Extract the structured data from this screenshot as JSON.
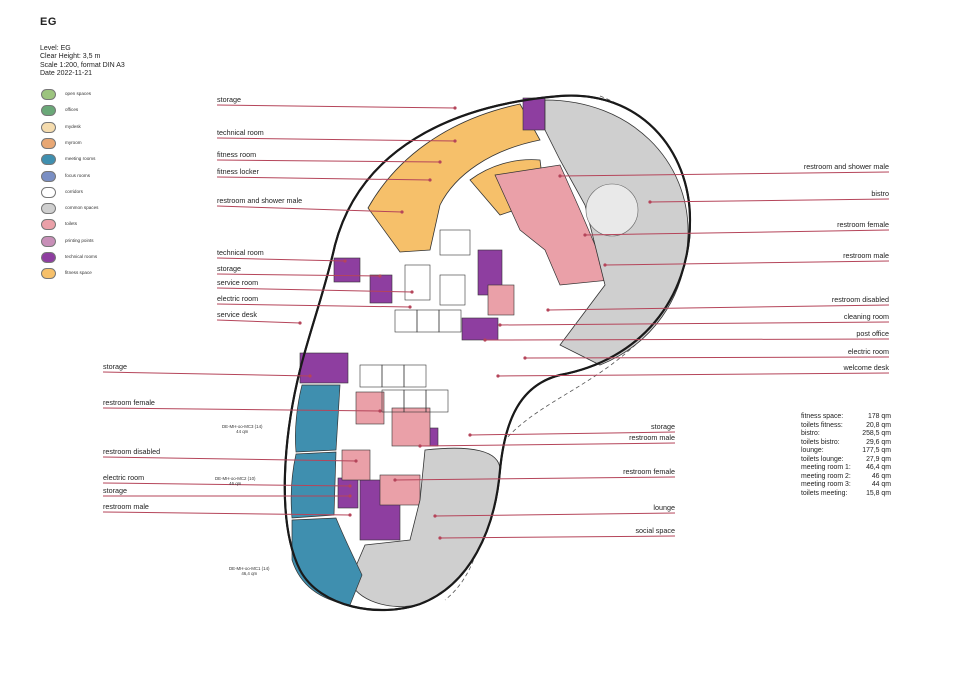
{
  "header": {
    "title": "EG",
    "meta": [
      "Level: EG",
      "Clear Height: 3,5 m",
      "Scale 1:200, format DIN A3",
      "Date 2022-11-21"
    ]
  },
  "legend": [
    {
      "label": "open spaces",
      "color": "#9cc47e"
    },
    {
      "label": "offices",
      "color": "#6aa878"
    },
    {
      "label": "mydesk",
      "color": "#f5dcae"
    },
    {
      "label": "myroom",
      "color": "#e8a774"
    },
    {
      "label": "meeting rooms",
      "color": "#3f8faf"
    },
    {
      "label": "focus rooms",
      "color": "#7a8fc4"
    },
    {
      "label": "corridors",
      "color": "#ffffff"
    },
    {
      "label": "common spaces",
      "color": "#cfcfcf"
    },
    {
      "label": "toilets",
      "color": "#eaa0a8"
    },
    {
      "label": "printing points",
      "color": "#c88fb8"
    },
    {
      "label": "technical rooms",
      "color": "#8e3ea0"
    },
    {
      "label": "fitness space",
      "color": "#f6c06a"
    }
  ],
  "labels_left": [
    "storage",
    "technical room",
    "fitness room",
    "fitness locker",
    "restroom and shower male",
    "technical room",
    "storage",
    "service room",
    "electric room",
    "service desk",
    "storage",
    "restroom female",
    "restroom disabled",
    "electric room",
    "storage",
    "restroom male"
  ],
  "labels_right": [
    "restroom and shower male",
    "bistro",
    "restroom female",
    "restroom male",
    "restroom disabled",
    "cleaning room",
    "post office",
    "electric room",
    "welcome desk",
    "storage",
    "restroom male",
    "restroom female",
    "lounge",
    "social space"
  ],
  "room_tags": [
    {
      "name": "DE-MH-oo-MC3 (14)",
      "area": "44 qm"
    },
    {
      "name": "DE-MH-oo-MC2 (10)",
      "area": "46 qm"
    },
    {
      "name": "DE-MH-oo-MC1 (14)",
      "area": "46,4 qm"
    }
  ],
  "areas": [
    {
      "name": "fitness space:",
      "value": "178 qm"
    },
    {
      "name": "toilets fitness:",
      "value": "20,8 qm"
    },
    {
      "name": "bistro:",
      "value": "258,5 qm"
    },
    {
      "name": "toilets bistro:",
      "value": "29,6 qm"
    },
    {
      "name": "lounge:",
      "value": "177,5 qm"
    },
    {
      "name": "toilets lounge:",
      "value": "27,9 qm"
    },
    {
      "name": "meeting room 1:",
      "value": "46,4 qm"
    },
    {
      "name": "meeting room 2:",
      "value": "46 qm"
    },
    {
      "name": "meeting room 3:",
      "value": "44 qm"
    },
    {
      "name": "toilets meeting:",
      "value": "15,8 qm"
    }
  ],
  "colors": {
    "leader": "#b5455a",
    "wall": "#1a1a1a"
  }
}
